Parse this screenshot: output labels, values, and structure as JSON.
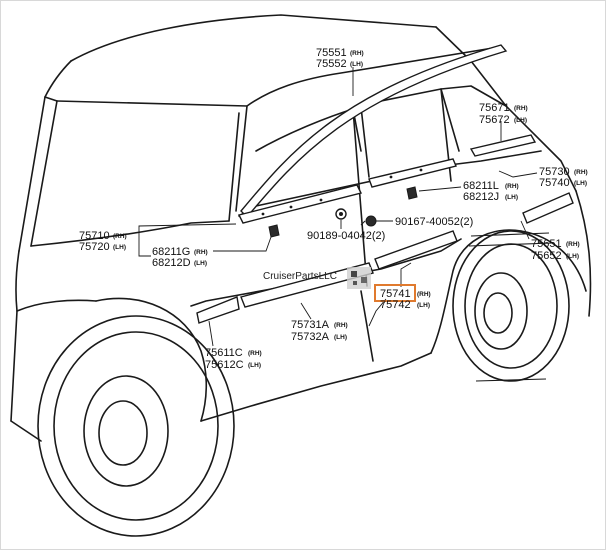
{
  "highlight_color": "#e07a2e",
  "watermark": "CruiserPartsLLC",
  "labels": {
    "l75551": "75551",
    "l75552": "75552",
    "l75671": "75671",
    "l75672": "75672",
    "l75730": "75730",
    "l75740": "75740",
    "l68211L": "68211L",
    "l68212J": "68212J",
    "l90167": "90167-40052(2)",
    "l90189": "90189-04042(2)",
    "l75710": "75710",
    "l75720": "75720",
    "l68211G": "68211G",
    "l68212D": "68212D",
    "l75651": "75651",
    "l75652": "75652",
    "l75741": "75741",
    "l75742": "75742",
    "l75731A": "75731A",
    "l75732A": "75732A",
    "l75611C": "75611C",
    "l75612C": "75612C"
  },
  "sides": {
    "rh": "(RH)",
    "lh": "(LH)"
  }
}
